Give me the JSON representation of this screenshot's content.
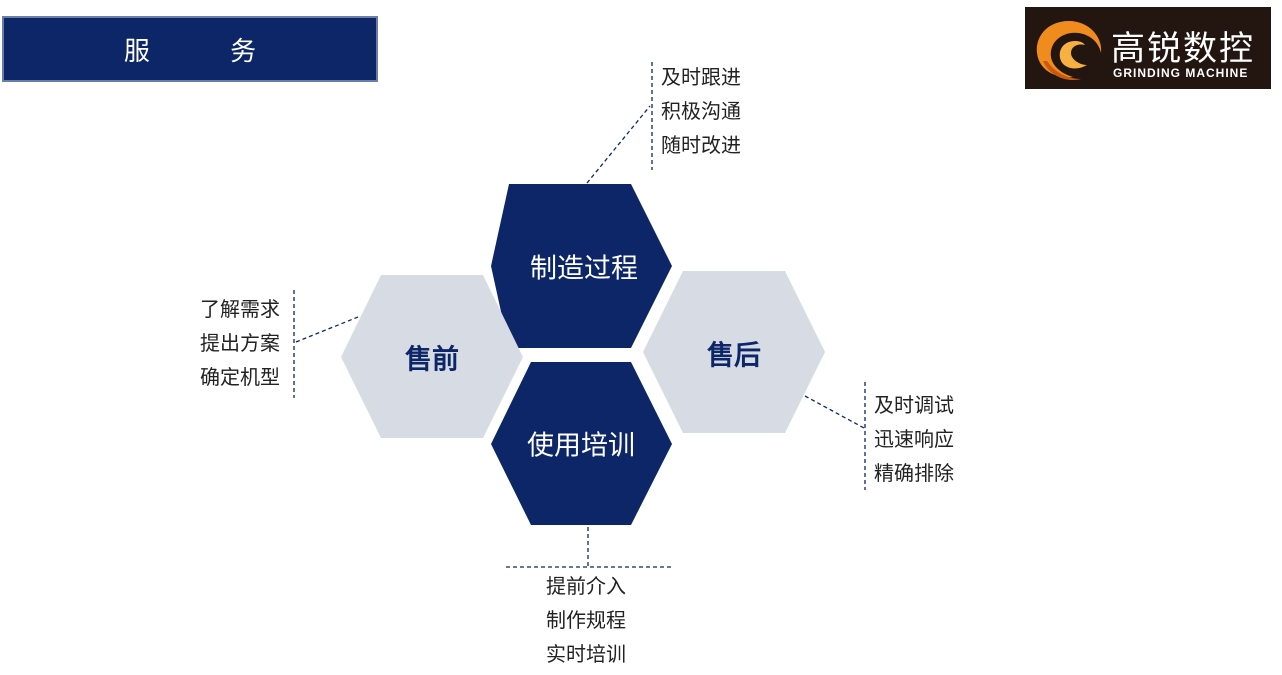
{
  "header": {
    "title": "服 务"
  },
  "logo": {
    "cn_text": "高锐数控",
    "en_text": "GRINDING MACHINE",
    "brand_color": "#231510",
    "mark_color": "#f08c1e"
  },
  "colors": {
    "navy": "#0c2668",
    "light_hex": "#d7dbe4",
    "title_border": "#6a7fa6"
  },
  "hexagons": {
    "top": {
      "label": "制造过程"
    },
    "left": {
      "label": "售前"
    },
    "right": {
      "label": "售后"
    },
    "bottom": {
      "label": "使用培训"
    }
  },
  "notes": {
    "top": [
      "及时跟进",
      "积极沟通",
      "随时改进"
    ],
    "left": [
      "了解需求",
      "提出方案",
      "确定机型"
    ],
    "right": [
      "及时调试",
      "迅速响应",
      "精确排除"
    ],
    "bottom": [
      "提前介入",
      "制作规程",
      "实时培训"
    ]
  }
}
